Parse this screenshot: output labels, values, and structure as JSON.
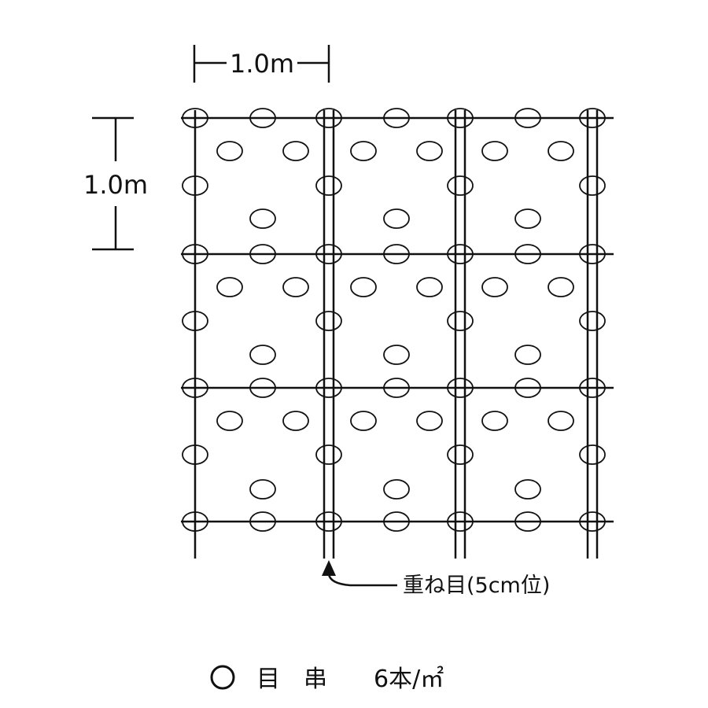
{
  "dimensions": {
    "horizontal_label": "1.0m",
    "vertical_label": "1.0m"
  },
  "overlap_note": {
    "label": "重ね目(5cm位)"
  },
  "legend": {
    "symbol_label": "目　串",
    "value": "6本/㎡"
  },
  "grid": {
    "sheets_per_row": 3,
    "sheets_per_column": 3,
    "stakes_per_square_meter": 6
  },
  "colors": {
    "line": "#111111",
    "background": "#ffffff"
  }
}
